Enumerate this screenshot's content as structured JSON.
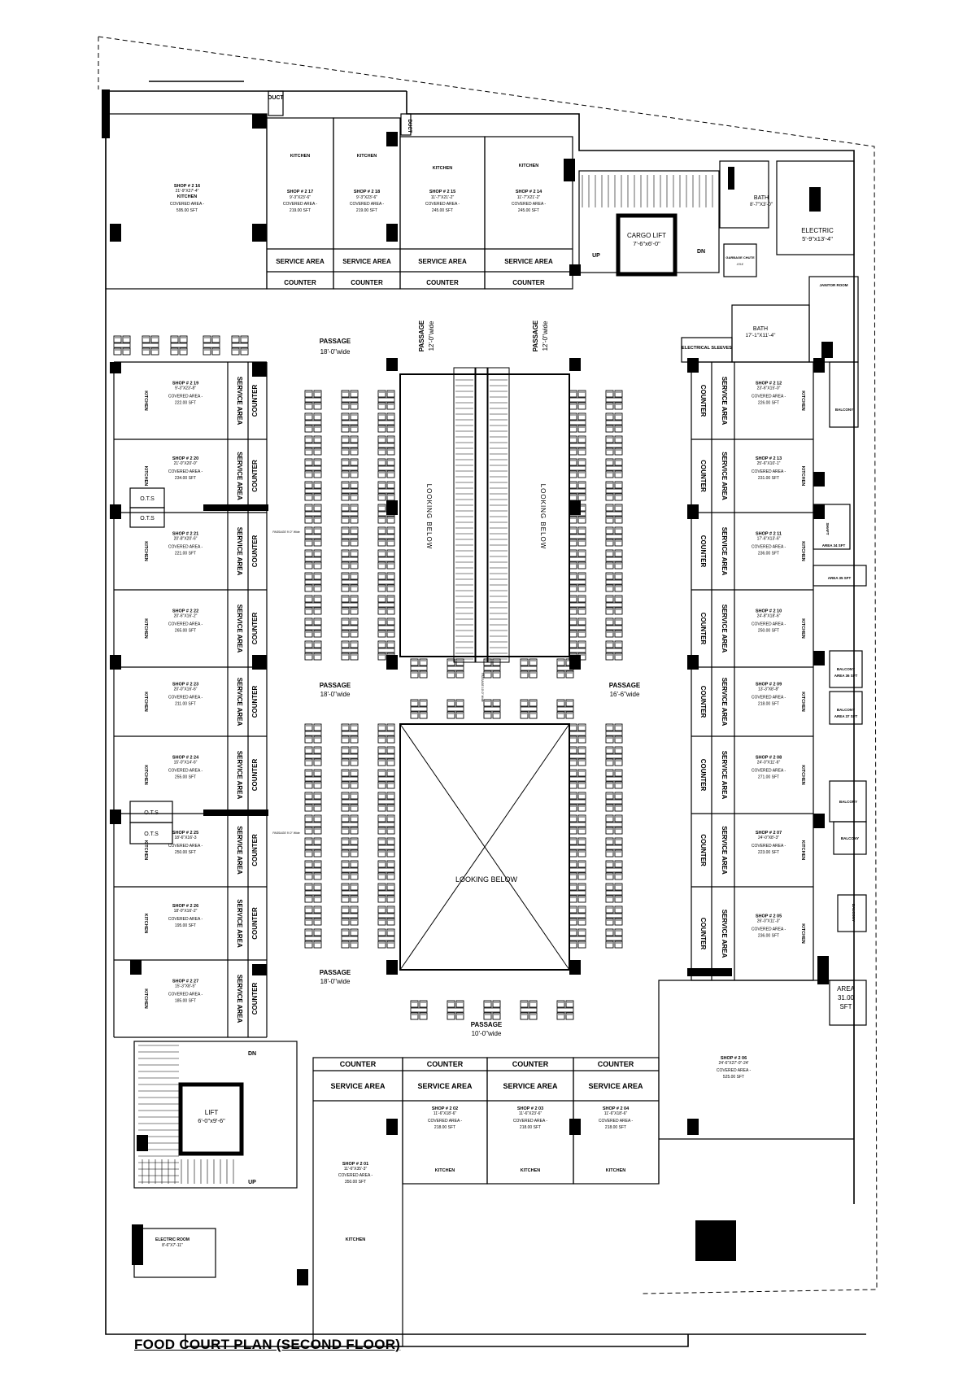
{
  "title": "FOOD COURT PLAN (SECOND FLOOR)",
  "common": {
    "kitchen": "KITCHEN",
    "service_area": "SERVICE AREA",
    "counter": "COUNTER",
    "covered_area": "COVERED AREA -",
    "balcony": "BALCONY",
    "ots": "O.T.S",
    "looking_below": "LOOKING BELOW",
    "duct": "DUCT",
    "up": "UP",
    "dn": "DN",
    "bath": "BATH",
    "passage": "PASSAGE"
  },
  "top_shops": [
    {
      "name": "SHOP # 2 17",
      "dim": "9'-3\"X23'-6\"",
      "area": "219.00 SFT"
    },
    {
      "name": "SHOP # 2 18",
      "dim": "9'-3\"X23'-6\"",
      "area": "219.00 SFT"
    },
    {
      "name": "SHOP # 2 15",
      "dim": "11'-7\"X21'-2\"",
      "area": "245.00 SFT"
    },
    {
      "name": "SHOP # 2 14",
      "dim": "11'-7\"X21'-2\"",
      "area": "245.00 SFT"
    }
  ],
  "corner_shop": {
    "name": "SHOP # 2 16",
    "dim": "21'-9\"X27'-4\"",
    "area": "595.00 SFT"
  },
  "left_shops": [
    {
      "name": "SHOP # 2 19",
      "dim": "9'-3\"X23'-8\"",
      "area": "222.00 SFT"
    },
    {
      "name": "SHOP # 2 20",
      "dim": "21'-0\"X20'-0\"",
      "area": "234.00 SFT"
    },
    {
      "name": "SHOP # 2 21",
      "dim": "20'-8\"X20'-6\"",
      "area": "221.00 SFT"
    },
    {
      "name": "SHOP # 2 22",
      "dim": "20'-6\"X16'-2\"",
      "area": "265.00 SFT"
    },
    {
      "name": "SHOP # 2 23",
      "dim": "20'-0\"X16'-6\"",
      "area": "211.00 SFT"
    },
    {
      "name": "SHOP # 2 24",
      "dim": "15'-0\"X14'-6\"",
      "area": "255.00 SFT"
    },
    {
      "name": "SHOP # 2 25",
      "dim": "18'-6\"X16'-3",
      "area": "250.00 SFT"
    },
    {
      "name": "SHOP # 2 26",
      "dim": "18'-0\"X16'-2\"",
      "area": "195.00 SFT"
    },
    {
      "name": "SHOP # 2 27",
      "dim": "15'-3\"X8'-5\"",
      "area": "185.00 SFT"
    }
  ],
  "right_shops": [
    {
      "name": "SHOP # 2 12",
      "dim": "23'-6\"X15'-0\"",
      "area": "226.00 SFT"
    },
    {
      "name": "SHOP # 2 13",
      "dim": "25'-6\"X10'-1\"",
      "area": "231.00 SFT"
    },
    {
      "name": "SHOP # 2 11",
      "dim": "17'-6\"X13'-6\"",
      "area": "236.00 SFT"
    },
    {
      "name": "SHOP # 2 10",
      "dim": "24'-8\"X18'-6\"",
      "area": "250.00 SFT"
    },
    {
      "name": "SHOP # 2 09",
      "dim": "13'-3\"X8'-8\"",
      "area": "218.00 SFT"
    },
    {
      "name": "SHOP # 2 08",
      "dim": "24'-0\"X11'-6\"",
      "area": "271.00 SFT"
    },
    {
      "name": "SHOP # 2 07",
      "dim": "24'-0\"X8'-3\"",
      "area": "223.00 SFT"
    },
    {
      "name": "SHOP # 2 05",
      "dim": "26'-0\"X11'-3\"",
      "area": "236.00 SFT"
    }
  ],
  "bottom_shops": [
    {
      "name": "SHOP # 2 02",
      "dim": "11'-6\"X18'-6\"",
      "area": "218.00 SFT"
    },
    {
      "name": "SHOP # 2 03",
      "dim": "11'-6\"X23'-6\"",
      "area": "218.00 SFT"
    },
    {
      "name": "SHOP # 2 04",
      "dim": "11'-6\"X18'-6\"",
      "area": "218.00 SFT"
    }
  ],
  "shop_01": {
    "name": "SHOP # 2 01",
    "dim": "11'-6\"X35'-3\"",
    "area": "350.00 SFT"
  },
  "shop_06": {
    "name": "SHOP # 2 06",
    "dim": "24'-6\"X27'-0\"-24'",
    "area": "525.00 SFT"
  },
  "cargo_lift": {
    "label": "CARGO LIFT",
    "dim": "7'-6\"x6'-0\""
  },
  "lift": {
    "label": "LIFT",
    "dim": "6'-0\"x9'-6\""
  },
  "electric": {
    "label": "ELECTRIC",
    "dim": "5'-9\"x13'-4\""
  },
  "bath_1_dim": "8'-7\"X3'-0\"",
  "bath_2_dim": "17'-1\"X11'-4\"",
  "garbage_chute": {
    "label": "GARBAGE CHUTE",
    "dim": "4'X4'"
  },
  "janitor_room": "JANITOR ROOM",
  "electrical_sleeves": "ELECTRICAL SLEEVES",
  "electric_room": {
    "label": "ELECTRIC ROOM",
    "dim": "8'-6\"X7'-11\""
  },
  "shaft": "SHAFT",
  "area_right": {
    "label": "AREA",
    "value": "31.00",
    "unit": "SFT"
  },
  "balcony_areas": [
    "AREA 34 SFT",
    "AREA 35 SFT",
    "AREA 36 SFT",
    "AREA 37 SFT"
  ],
  "passages": [
    {
      "label": "PASSAGE",
      "width": "18'-0\"wide"
    },
    {
      "label": "PASSAGE",
      "width": "12'-0\"wide"
    },
    {
      "label": "PASSAGE",
      "width": "12'-0\"wide"
    },
    {
      "label": "PASSAGE",
      "width": "18'-0\"wide"
    },
    {
      "label": "PASSAGE",
      "width": "16'-6\"wide"
    },
    {
      "label": "PASSAGE",
      "width": "18'-0\"wide"
    },
    {
      "label": "PASSAGE",
      "width": "10'-0\"wide"
    }
  ],
  "small_notes": [
    "PASSAGE 9'-0\" Wide",
    "PASSAGE 9'-0\" Wide",
    "PASSAGE 10'-0\" Wide"
  ]
}
